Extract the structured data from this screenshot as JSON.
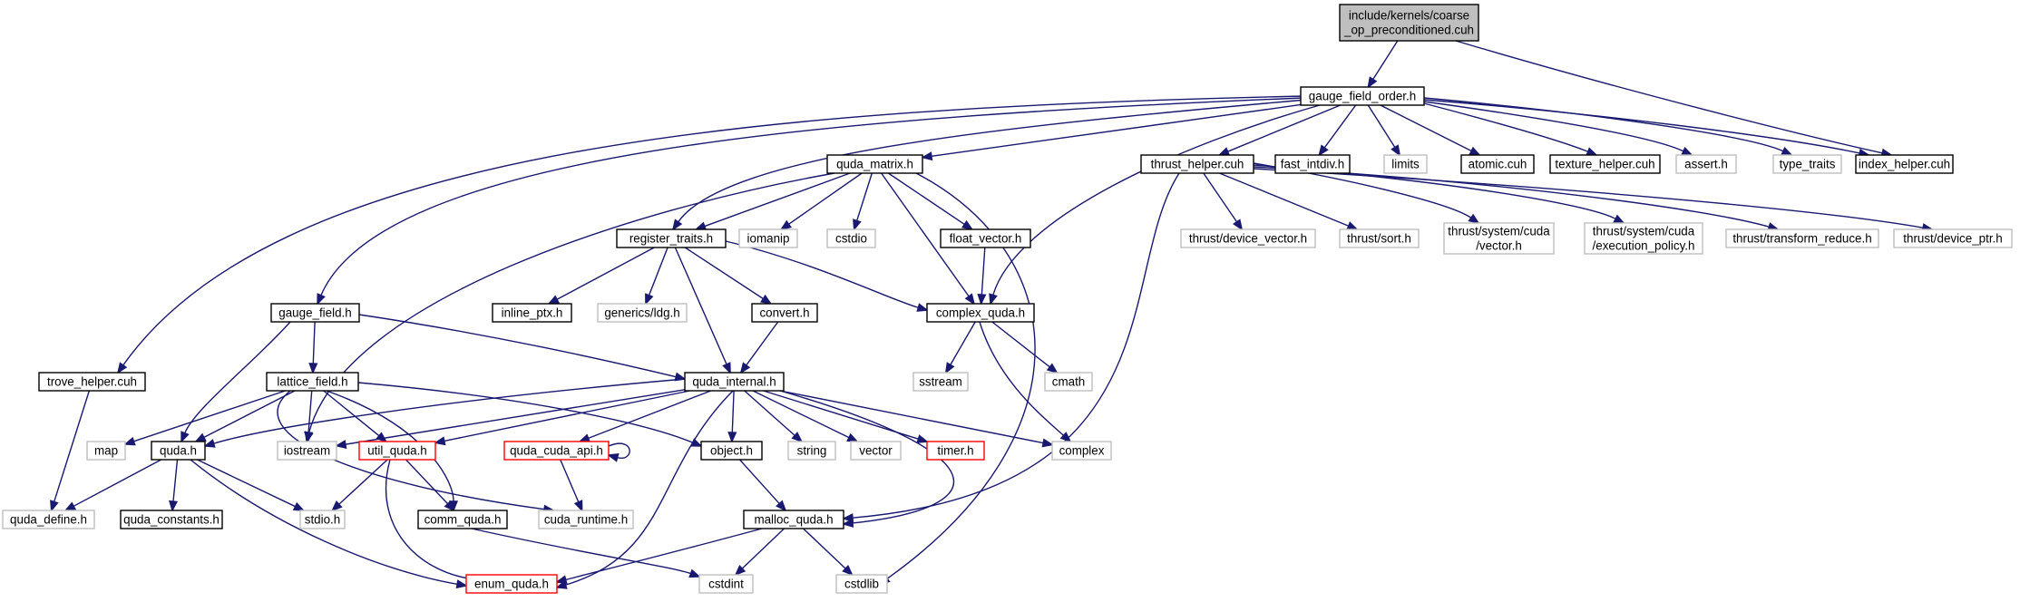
{
  "nodes": [
    {
      "id": "root",
      "label": "include/kernels/coarse\n_op_preconditioned.cuh",
      "style": "root"
    },
    {
      "id": "gauge_field_order",
      "label": "gauge_field_order.h",
      "style": "black"
    },
    {
      "id": "index_helper",
      "label": "index_helper.cuh",
      "style": "black"
    },
    {
      "id": "quda_matrix",
      "label": "quda_matrix.h",
      "style": "black"
    },
    {
      "id": "thrust_helper",
      "label": "thrust_helper.cuh",
      "style": "black"
    },
    {
      "id": "fast_intdiv",
      "label": "fast_intdiv.h",
      "style": "black"
    },
    {
      "id": "limits",
      "label": "limits",
      "style": "gray"
    },
    {
      "id": "atomic",
      "label": "atomic.cuh",
      "style": "black"
    },
    {
      "id": "texture_helper",
      "label": "texture_helper.cuh",
      "style": "black"
    },
    {
      "id": "assert",
      "label": "assert.h",
      "style": "gray"
    },
    {
      "id": "type_traits",
      "label": "type_traits",
      "style": "gray"
    },
    {
      "id": "register_traits",
      "label": "register_traits.h",
      "style": "black"
    },
    {
      "id": "iomanip",
      "label": "iomanip",
      "style": "gray"
    },
    {
      "id": "cstdio",
      "label": "cstdio",
      "style": "gray"
    },
    {
      "id": "float_vector",
      "label": "float_vector.h",
      "style": "black"
    },
    {
      "id": "thrust_device_vector",
      "label": "thrust/device_vector.h",
      "style": "gray"
    },
    {
      "id": "thrust_sort",
      "label": "thrust/sort.h",
      "style": "gray"
    },
    {
      "id": "thrust_system_vector",
      "label": "thrust/system/cuda\n/vector.h",
      "style": "gray"
    },
    {
      "id": "thrust_system_policy",
      "label": "thrust/system/cuda\n/execution_policy.h",
      "style": "gray"
    },
    {
      "id": "thrust_transform",
      "label": "thrust/transform_reduce.h",
      "style": "gray"
    },
    {
      "id": "thrust_device_ptr",
      "label": "thrust/device_ptr.h",
      "style": "gray"
    },
    {
      "id": "gauge_field",
      "label": "gauge_field.h",
      "style": "black"
    },
    {
      "id": "inline_ptx",
      "label": "inline_ptx.h",
      "style": "black"
    },
    {
      "id": "generics_ldg",
      "label": "generics/ldg.h",
      "style": "gray"
    },
    {
      "id": "convert",
      "label": "convert.h",
      "style": "black"
    },
    {
      "id": "complex_quda",
      "label": "complex_quda.h",
      "style": "black"
    },
    {
      "id": "trove_helper",
      "label": "trove_helper.cuh",
      "style": "black"
    },
    {
      "id": "lattice_field",
      "label": "lattice_field.h",
      "style": "black"
    },
    {
      "id": "quda_internal",
      "label": "quda_internal.h",
      "style": "black"
    },
    {
      "id": "sstream",
      "label": "sstream",
      "style": "gray"
    },
    {
      "id": "cmath",
      "label": "cmath",
      "style": "gray"
    },
    {
      "id": "map",
      "label": "map",
      "style": "gray"
    },
    {
      "id": "quda_h",
      "label": "quda.h",
      "style": "black"
    },
    {
      "id": "iostream",
      "label": "iostream",
      "style": "gray"
    },
    {
      "id": "util_quda",
      "label": "util_quda.h",
      "style": "red"
    },
    {
      "id": "quda_cuda_api",
      "label": "quda_cuda_api.h",
      "style": "red"
    },
    {
      "id": "object",
      "label": "object.h",
      "style": "black"
    },
    {
      "id": "string",
      "label": "string",
      "style": "gray"
    },
    {
      "id": "vector",
      "label": "vector",
      "style": "gray"
    },
    {
      "id": "timer",
      "label": "timer.h",
      "style": "red"
    },
    {
      "id": "complex",
      "label": "complex",
      "style": "gray"
    },
    {
      "id": "quda_define",
      "label": "quda_define.h",
      "style": "gray"
    },
    {
      "id": "quda_constants",
      "label": "quda_constants.h",
      "style": "black"
    },
    {
      "id": "stdio",
      "label": "stdio.h",
      "style": "gray"
    },
    {
      "id": "comm_quda",
      "label": "comm_quda.h",
      "style": "black"
    },
    {
      "id": "cuda_runtime",
      "label": "cuda_runtime.h",
      "style": "gray"
    },
    {
      "id": "malloc_quda",
      "label": "malloc_quda.h",
      "style": "black"
    },
    {
      "id": "enum_quda",
      "label": "enum_quda.h",
      "style": "red"
    },
    {
      "id": "cstdint",
      "label": "cstdint",
      "style": "gray"
    },
    {
      "id": "cstdlib",
      "label": "cstdlib",
      "style": "gray"
    }
  ],
  "edges": [
    [
      "root",
      "gauge_field_order"
    ],
    [
      "root",
      "index_helper"
    ],
    [
      "gauge_field_order",
      "index_helper"
    ],
    [
      "gauge_field_order",
      "quda_matrix"
    ],
    [
      "gauge_field_order",
      "thrust_helper"
    ],
    [
      "gauge_field_order",
      "fast_intdiv"
    ],
    [
      "gauge_field_order",
      "limits"
    ],
    [
      "gauge_field_order",
      "atomic"
    ],
    [
      "gauge_field_order",
      "texture_helper"
    ],
    [
      "gauge_field_order",
      "assert"
    ],
    [
      "gauge_field_order",
      "type_traits"
    ],
    [
      "gauge_field_order",
      "register_traits"
    ],
    [
      "gauge_field_order",
      "complex_quda"
    ],
    [
      "gauge_field_order",
      "gauge_field"
    ],
    [
      "gauge_field_order",
      "trove_helper"
    ],
    [
      "quda_matrix",
      "register_traits"
    ],
    [
      "quda_matrix",
      "iomanip"
    ],
    [
      "quda_matrix",
      "cstdio"
    ],
    [
      "quda_matrix",
      "float_vector"
    ],
    [
      "quda_matrix",
      "complex_quda"
    ],
    [
      "quda_matrix",
      "iostream"
    ],
    [
      "quda_matrix",
      "cstdlib"
    ],
    [
      "thrust_helper",
      "thrust_device_vector"
    ],
    [
      "thrust_helper",
      "thrust_sort"
    ],
    [
      "thrust_helper",
      "thrust_system_vector"
    ],
    [
      "thrust_helper",
      "thrust_system_policy"
    ],
    [
      "thrust_helper",
      "thrust_transform"
    ],
    [
      "thrust_helper",
      "thrust_device_ptr"
    ],
    [
      "thrust_helper",
      "malloc_quda"
    ],
    [
      "register_traits",
      "inline_ptx"
    ],
    [
      "register_traits",
      "generics_ldg"
    ],
    [
      "register_traits",
      "convert"
    ],
    [
      "register_traits",
      "complex_quda"
    ],
    [
      "register_traits",
      "quda_internal"
    ],
    [
      "float_vector",
      "complex_quda"
    ],
    [
      "convert",
      "quda_internal"
    ],
    [
      "complex_quda",
      "sstream"
    ],
    [
      "complex_quda",
      "cmath"
    ],
    [
      "complex_quda",
      "complex"
    ],
    [
      "gauge_field",
      "lattice_field"
    ],
    [
      "gauge_field",
      "quda_internal"
    ],
    [
      "gauge_field",
      "quda_h"
    ],
    [
      "trove_helper",
      "quda_define"
    ],
    [
      "lattice_field",
      "map"
    ],
    [
      "lattice_field",
      "quda_h"
    ],
    [
      "lattice_field",
      "iostream"
    ],
    [
      "lattice_field",
      "util_quda"
    ],
    [
      "lattice_field",
      "object"
    ],
    [
      "lattice_field",
      "comm_quda"
    ],
    [
      "lattice_field",
      "cuda_runtime"
    ],
    [
      "quda_internal",
      "quda_h"
    ],
    [
      "quda_internal",
      "iostream"
    ],
    [
      "quda_internal",
      "util_quda"
    ],
    [
      "quda_internal",
      "quda_cuda_api"
    ],
    [
      "quda_internal",
      "object"
    ],
    [
      "quda_internal",
      "string"
    ],
    [
      "quda_internal",
      "vector"
    ],
    [
      "quda_internal",
      "timer"
    ],
    [
      "quda_internal",
      "complex"
    ],
    [
      "quda_internal",
      "malloc_quda"
    ],
    [
      "quda_internal",
      "enum_quda"
    ],
    [
      "quda_h",
      "quda_define"
    ],
    [
      "quda_h",
      "quda_constants"
    ],
    [
      "quda_h",
      "stdio"
    ],
    [
      "quda_h",
      "enum_quda"
    ],
    [
      "util_quda",
      "stdio"
    ],
    [
      "util_quda",
      "comm_quda"
    ],
    [
      "util_quda",
      "enum_quda"
    ],
    [
      "quda_cuda_api",
      "quda_cuda_api"
    ],
    [
      "quda_cuda_api",
      "cuda_runtime"
    ],
    [
      "object",
      "malloc_quda"
    ],
    [
      "comm_quda",
      "cstdint"
    ],
    [
      "malloc_quda",
      "enum_quda"
    ],
    [
      "malloc_quda",
      "cstdint"
    ],
    [
      "malloc_quda",
      "cstdlib"
    ]
  ]
}
